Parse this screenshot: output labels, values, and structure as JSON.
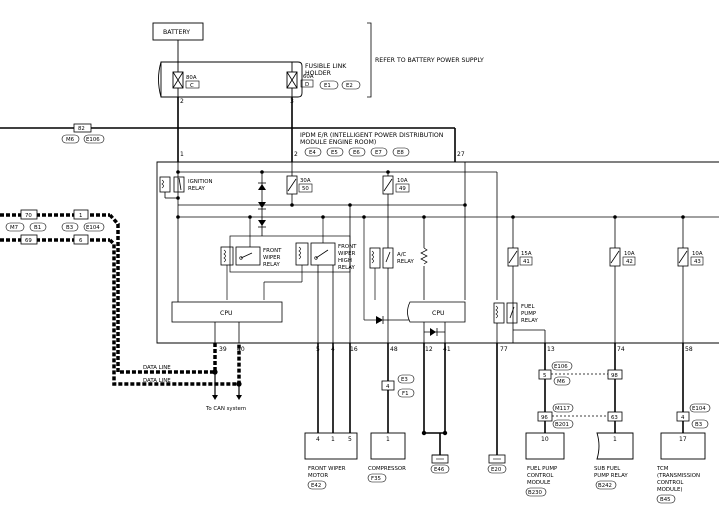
{
  "battery": "BATTERY",
  "refer_note": "REFER TO BATTERY POWER SUPPLY",
  "fusible_link": {
    "title_l1": "FUSIBLE LINK",
    "title_l2": "HOLDER",
    "conn1": "E1",
    "conn2": "E2",
    "fuse_c_amp": "80A",
    "fuse_c_id": "C",
    "fuse_d_amp": "60A",
    "fuse_d_id": "D",
    "pin_c": "2",
    "pin_d": "3"
  },
  "left_conn": {
    "pin": "82",
    "c1": "M6",
    "c2": "E106"
  },
  "ipdm": {
    "title_l1": "IPDM E/R (INTELLIGENT POWER DISTRIBUTION",
    "title_l2": "MODULE ENGINE ROOM)",
    "conns": [
      "E4",
      "E5",
      "E6",
      "E7",
      "E8"
    ],
    "pin1": "1",
    "pin2": "2",
    "pin27": "27",
    "ignition_relay_l1": "IGNITION",
    "ignition_relay_l2": "RELAY",
    "fuse30_amp": "30A",
    "fuse30_id": "50",
    "fuse10_amp": "10A",
    "fuse10_id": "49",
    "fw_relay": [
      "FRONT",
      "WIPER",
      "RELAY"
    ],
    "fwh_relay": [
      "FRONT",
      "WIPER",
      "HIGH",
      "RELAY"
    ],
    "ac_relay": [
      "A/C",
      "RELAY"
    ],
    "cpu1": "CPU",
    "cpu2": "CPU",
    "fuse41_amp": "15A",
    "fuse41_id": "41",
    "fuse42_amp": "10A",
    "fuse42_id": "42",
    "fuse43_amp": "10A",
    "fuse43_id": "43",
    "fuel_relay": [
      "FUEL",
      "PUMP",
      "RELAY"
    ],
    "bottom_pins": [
      "39",
      "40",
      "5",
      "4",
      "16",
      "48",
      "12",
      "41",
      "77",
      "13",
      "74",
      "58"
    ]
  },
  "can": {
    "left_pins": [
      "70",
      "1",
      "69",
      "6"
    ],
    "conns": [
      "M7",
      "B1",
      "B3",
      "E104"
    ],
    "data_line1": "DATA LINE",
    "data_line2": "DATA LINE",
    "to_can": "To CAN system"
  },
  "inline": {
    "e3": "E3",
    "f1": "F1",
    "pin4": "4",
    "e106_pin": "5",
    "e106": "E106",
    "m6": "M6",
    "pin98": "98",
    "m117_pin": "96",
    "m117": "M117",
    "b201": "B201",
    "pin63": "63",
    "e104_pin": "4",
    "e104": "E104",
    "b3": "B3"
  },
  "components": {
    "wiper_motor": {
      "pins": [
        "4",
        "1",
        "5"
      ],
      "l1": "FRONT WIPER",
      "l2": "MOTOR",
      "conn": "E42"
    },
    "compressor": {
      "pin": "1",
      "l1": "COMPRESSOR",
      "conn": "F35"
    },
    "ground1": "E46",
    "ground2": "E20",
    "fuel_pump_module": {
      "pin": "10",
      "l1": "FUEL PUMP",
      "l2": "CONTROL",
      "l3": "MODULE",
      "conn": "B230"
    },
    "sub_fuel_pump_relay": {
      "pin": "1",
      "l1": "SUB FUEL",
      "l2": "PUMP RELAY",
      "conn": "B242"
    },
    "tcm": {
      "pin": "17",
      "l1": "TCM",
      "l2": "(TRANSMISSION",
      "l3": "CONTROL",
      "l4": "MODULE)",
      "conn": "B45"
    }
  }
}
